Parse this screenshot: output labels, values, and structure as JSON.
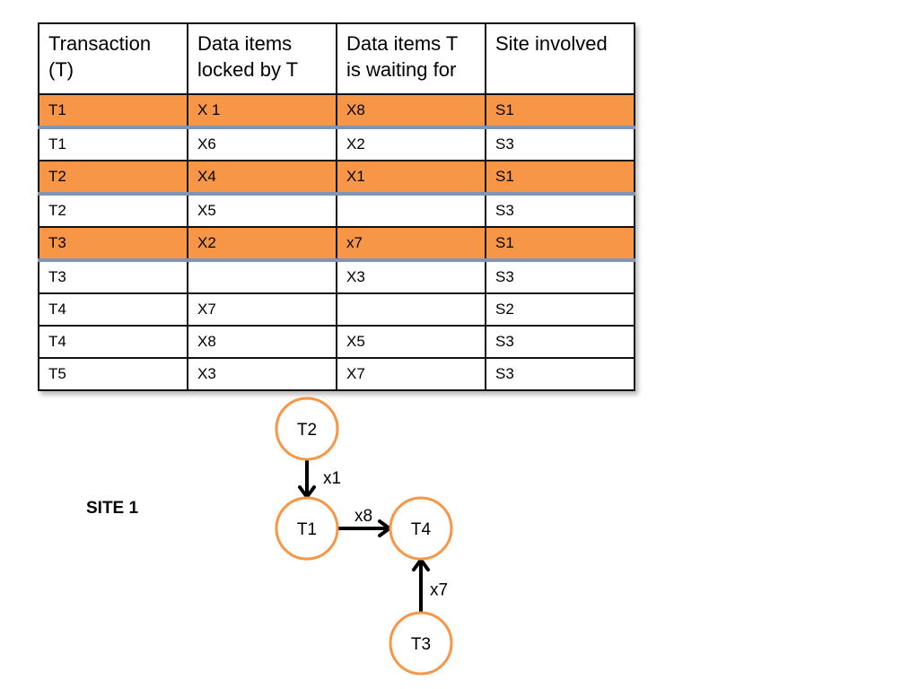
{
  "table": {
    "headers": [
      "Transaction (T)",
      "Data items locked by T",
      "Data items T is waiting for",
      "Site involved"
    ],
    "rows": [
      {
        "cells": [
          "T1",
          "X 1",
          "X8",
          "S1"
        ],
        "highlighted": true
      },
      {
        "cells": [
          "T1",
          "X6",
          "X2",
          "S3"
        ],
        "highlighted": false
      },
      {
        "cells": [
          "T2",
          "X4",
          "X1",
          "S1"
        ],
        "highlighted": true
      },
      {
        "cells": [
          "T2",
          "X5",
          "",
          "S3"
        ],
        "highlighted": false
      },
      {
        "cells": [
          "T3",
          "X2",
          "x7",
          "S1"
        ],
        "highlighted": true
      },
      {
        "cells": [
          "T3",
          "",
          "X3",
          "S3"
        ],
        "highlighted": false
      },
      {
        "cells": [
          "T4",
          "X7",
          "",
          "S2"
        ],
        "highlighted": false
      },
      {
        "cells": [
          "T4",
          "X8",
          "X5",
          "S3"
        ],
        "highlighted": false
      },
      {
        "cells": [
          "T5",
          "X3",
          "X7",
          "S3"
        ],
        "highlighted": false
      }
    ]
  },
  "graph": {
    "site_label": "SITE 1",
    "nodes": [
      {
        "id": "T2",
        "label": "T2"
      },
      {
        "id": "T1",
        "label": "T1"
      },
      {
        "id": "T4",
        "label": "T4"
      },
      {
        "id": "T3",
        "label": "T3"
      }
    ],
    "edges": [
      {
        "from": "T2",
        "to": "T1",
        "label": "x1"
      },
      {
        "from": "T1",
        "to": "T4",
        "label": "x8"
      },
      {
        "from": "T3",
        "to": "T4",
        "label": "x7"
      }
    ]
  },
  "colors": {
    "highlight": "#f79646",
    "node_stroke": "#f79646",
    "row_separator": "#7f94b7"
  }
}
